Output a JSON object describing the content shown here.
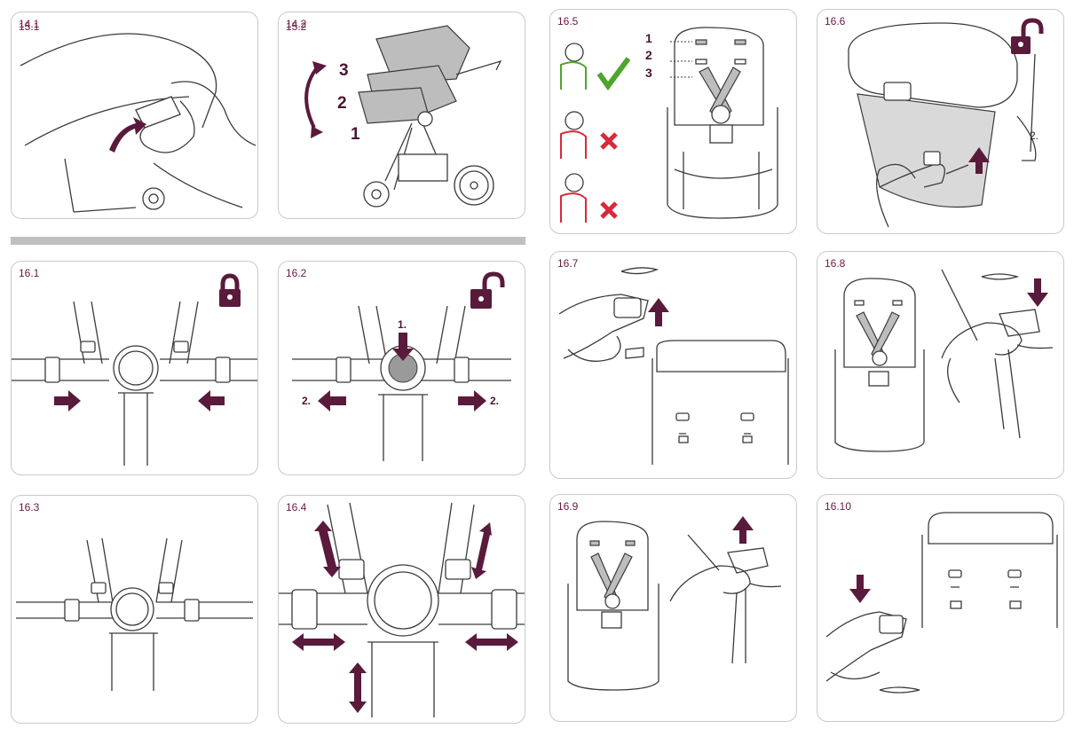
{
  "colors": {
    "accent": "#5a1a3c",
    "check": "#4fa52b",
    "cross": "#d9293a",
    "divider": "#bfbfbf"
  },
  "panels": {
    "p141": {
      "label": "14.1",
      "overlay": "15.1"
    },
    "p142": {
      "label": "14.2",
      "overlay": "15.2",
      "steps": [
        "3",
        "2",
        "1"
      ]
    },
    "p165": {
      "label": "16.5",
      "heights": [
        "1",
        "2",
        "3"
      ],
      "icons": [
        "check-icon",
        "cross-icon",
        "cross-icon"
      ]
    },
    "p166": {
      "label": "16.6",
      "step": "2.",
      "icon": "unlock-icon"
    },
    "p161": {
      "label": "16.1",
      "icon": "lock-icon"
    },
    "p162": {
      "label": "16.2",
      "step1": "1.",
      "step2_left": "2.",
      "step2_right": "2.",
      "icon": "unlock-icon"
    },
    "p167": {
      "label": "16.7"
    },
    "p168": {
      "label": "16.8"
    },
    "p163": {
      "label": "16.3"
    },
    "p164": {
      "label": "16.4"
    },
    "p169": {
      "label": "16.9"
    },
    "p1610": {
      "label": "16.10"
    }
  }
}
